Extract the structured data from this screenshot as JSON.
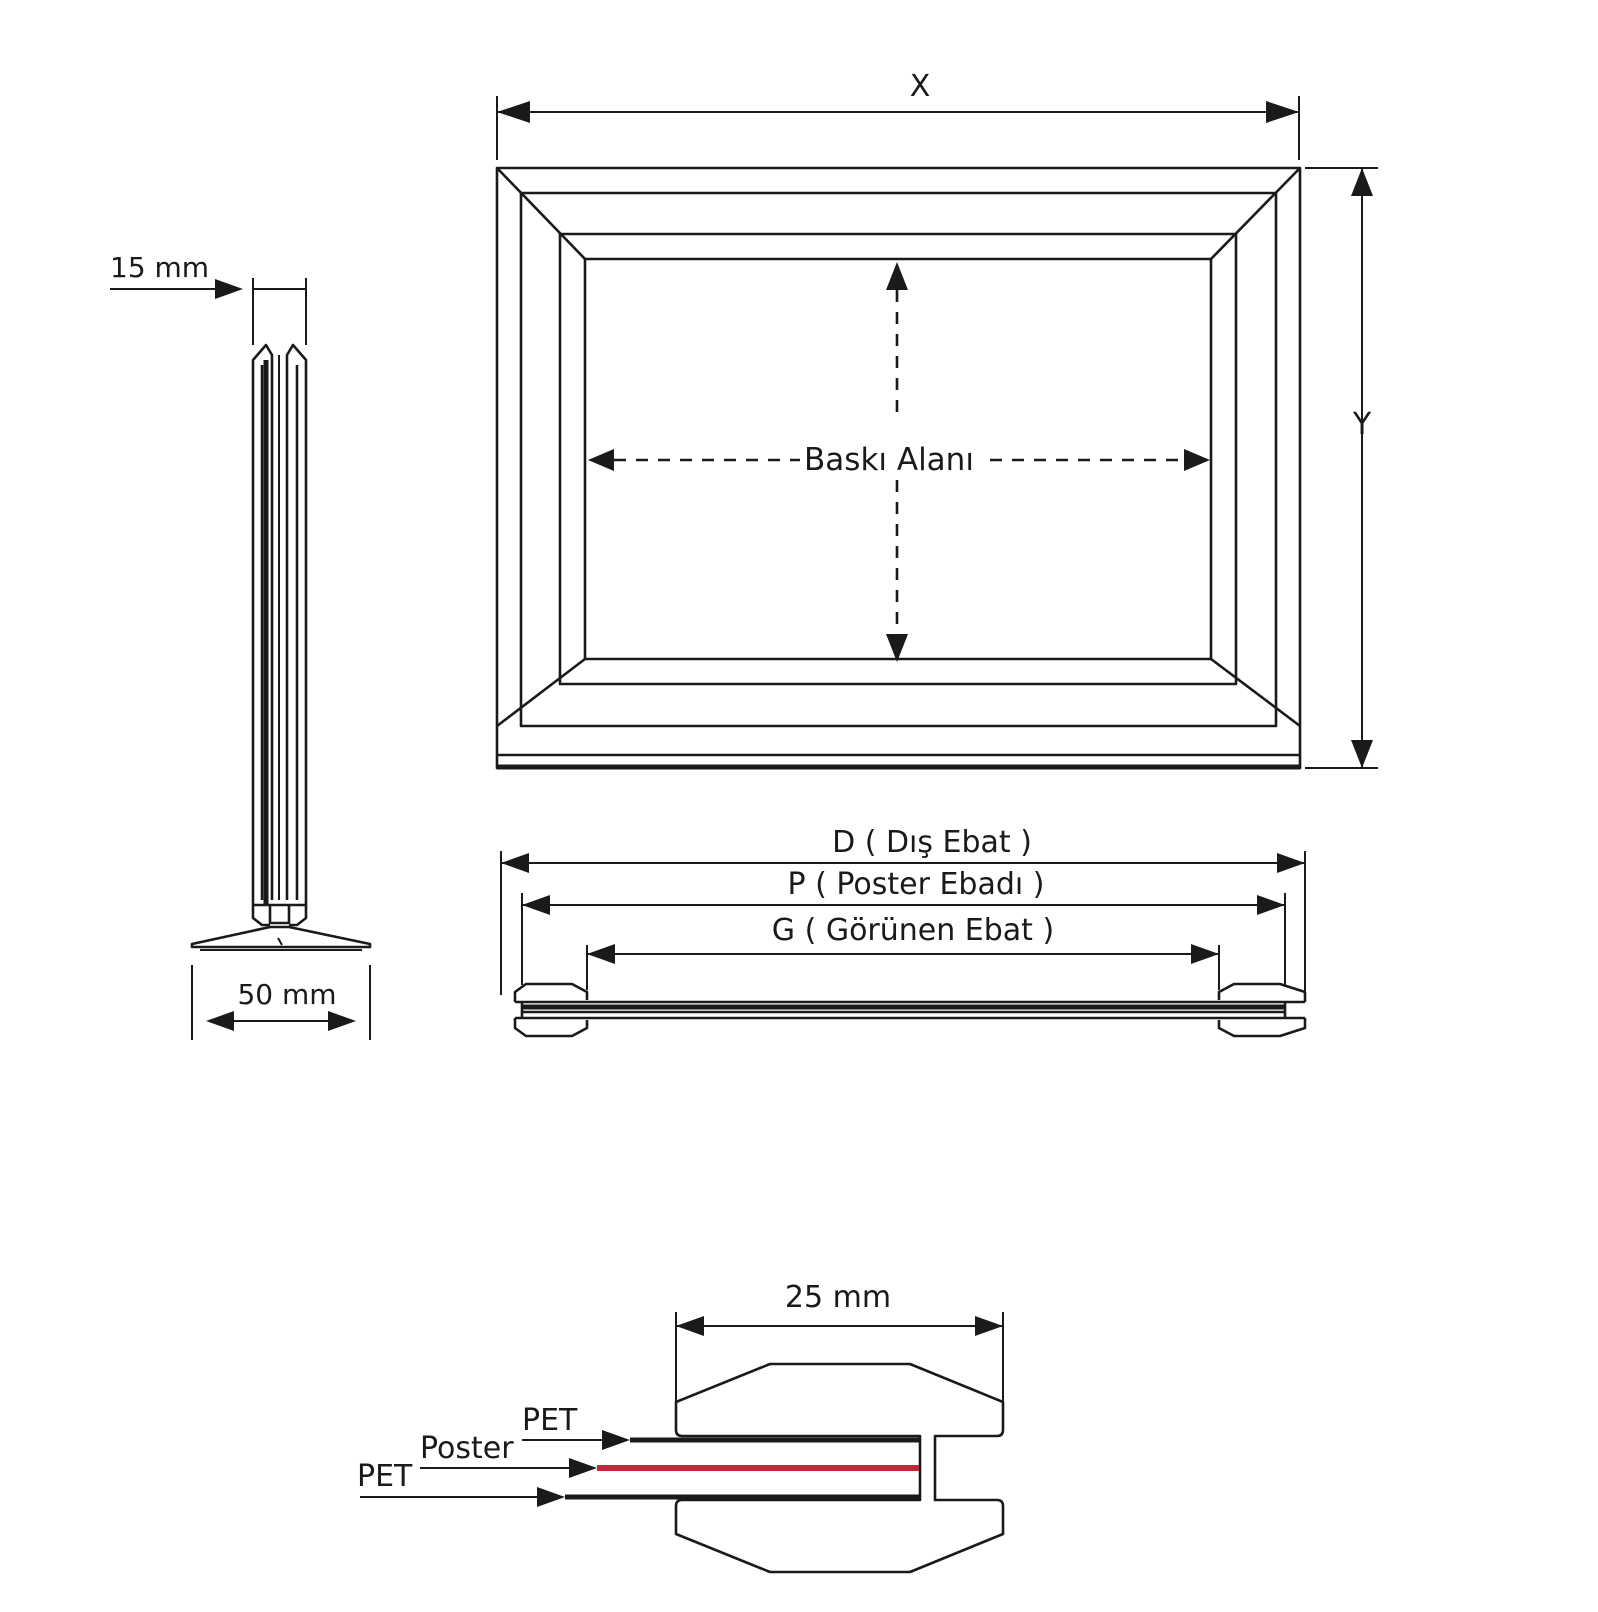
{
  "labels": {
    "width_x": "X",
    "height_y": "Y",
    "print_area": "Baskı Alanı",
    "outer_size": "D ( Dış Ebat )",
    "poster_size": "P ( Poster Ebadı )",
    "visible_size": "G ( Görünen Ebat )",
    "profile_depth": "15 mm",
    "base_width": "50 mm",
    "profile_width": "25 mm",
    "layer_pet_top": "PET",
    "layer_poster": "Poster",
    "layer_pet_bottom": "PET"
  },
  "colors": {
    "line": "#1a1a1a",
    "poster_layer": "#c0283a",
    "background": "#ffffff"
  }
}
